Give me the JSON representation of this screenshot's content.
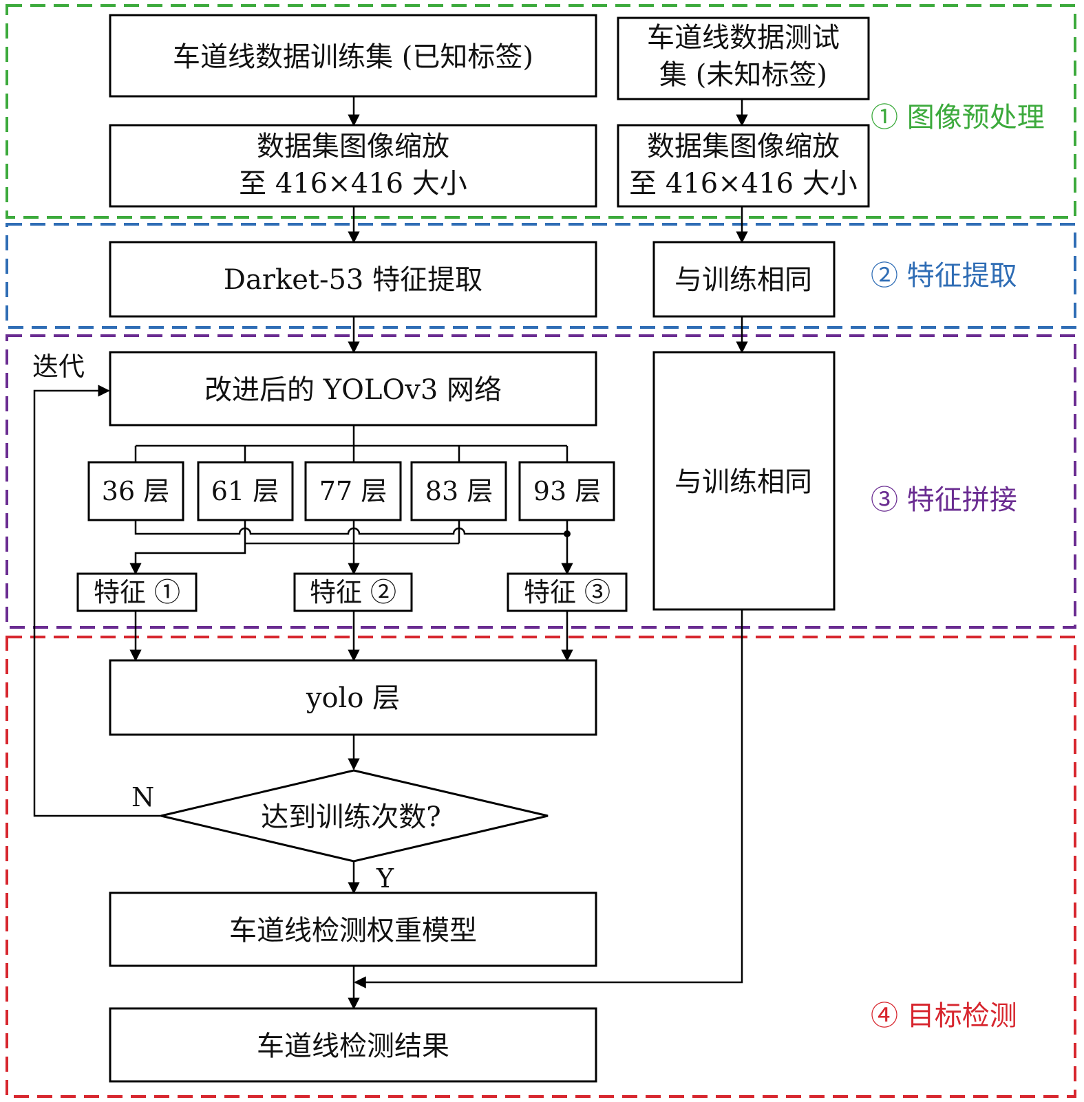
{
  "regions": [
    {
      "id": "preprocess",
      "label": "① 图像预处理",
      "color": "#3caa3c"
    },
    {
      "id": "feature_extract",
      "label": "② 特征提取",
      "color": "#2f6db5"
    },
    {
      "id": "feature_concat",
      "label": "③ 特征拼接",
      "color": "#6a2c91"
    },
    {
      "id": "detection",
      "label": "④ 目标检测",
      "color": "#d7262e"
    }
  ],
  "nodes": {
    "train_set": "车道线数据训练集 (已知标签)",
    "test_set_line1": "车道线数据测试",
    "test_set_line2": "集 (未知标签)",
    "resize_train_line1": "数据集图像缩放",
    "resize_train_line2": "至 416×416 大小",
    "resize_test_line1": "数据集图像缩放",
    "resize_test_line2": "至 416×416 大小",
    "darknet": "Darket-53 特征提取",
    "same_as_train_1": "与训练相同",
    "yolov3": "改进后的 YOLOv3 网络",
    "same_as_train_2": "与训练相同",
    "layers": [
      "36 层",
      "61 层",
      "77 层",
      "83 层",
      "93 层"
    ],
    "features": [
      "特征 ①",
      "特征 ②",
      "特征 ③"
    ],
    "yolo_layer": "yolo 层",
    "decision": "达到训练次数?",
    "weight_model": "车道线检测权重模型",
    "result": "车道线检测结果"
  },
  "edge_labels": {
    "iterate": "迭代",
    "no": "N",
    "yes": "Y"
  }
}
